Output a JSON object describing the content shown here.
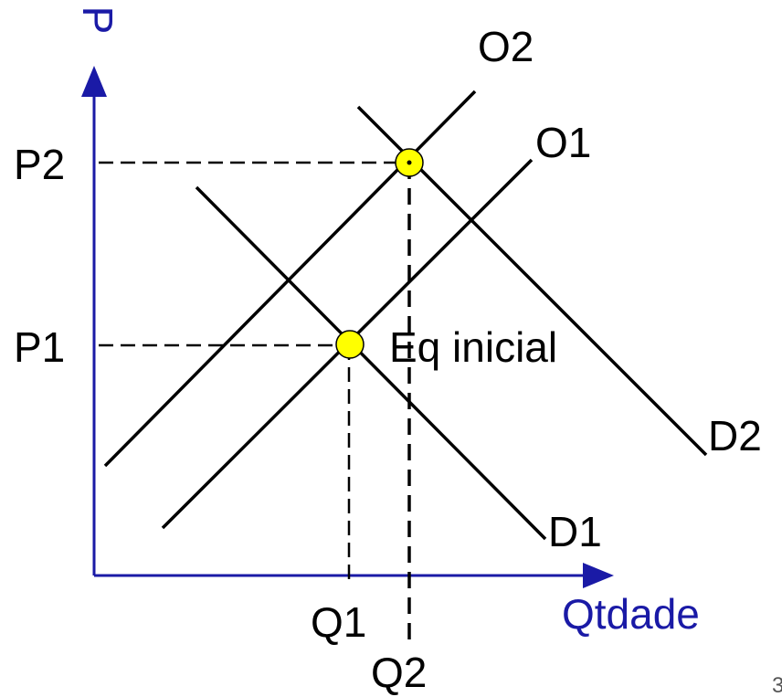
{
  "axes": {
    "y_label": "P",
    "x_label": "Qtdade",
    "color": "#1a1aa6"
  },
  "prices": {
    "p1": "P1",
    "p2": "P2"
  },
  "quantities": {
    "q1": "Q1",
    "q2": "Q2"
  },
  "curves": {
    "supply_1": "O1",
    "supply_2": "O2",
    "demand_1": "D1",
    "demand_2": "D2"
  },
  "equilibria": {
    "initial_label": "Eq inicial",
    "marker_color": "#ffff00"
  },
  "page_number": "3"
}
